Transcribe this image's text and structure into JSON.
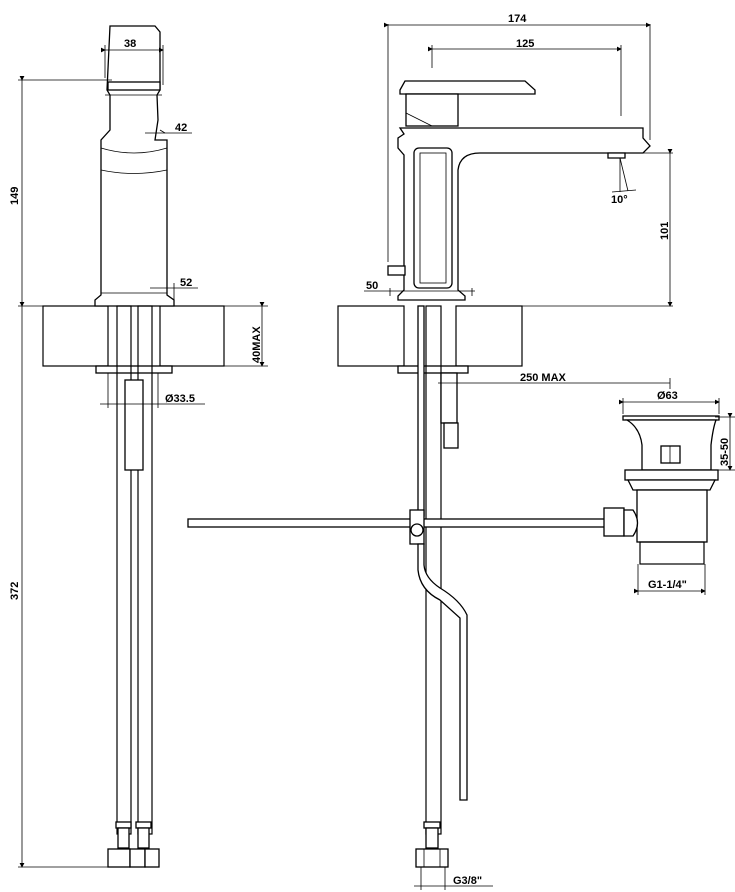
{
  "title": "Single-lever basin mixer technical drawing",
  "colors": {
    "line": "#000000",
    "background": "#ffffff"
  },
  "front_view": {
    "dims": {
      "top_width": "38",
      "handle_offset": "42",
      "base_offset": "52",
      "height_above_deck": "149",
      "deck_thickness": "40MAX",
      "shank_diameter": "Ø33.5",
      "hose_length": "372"
    }
  },
  "side_view": {
    "dims": {
      "overall_length": "174",
      "spout_reach": "125",
      "spray_angle": "10°",
      "spout_height": "101",
      "base_offset": "50",
      "drain_distance": "250  MAX",
      "drain_diameter": "Ø63",
      "drain_height_range": "35-50",
      "drain_thread": "G1-1/4\"",
      "hose_thread": "G3/8\""
    }
  }
}
